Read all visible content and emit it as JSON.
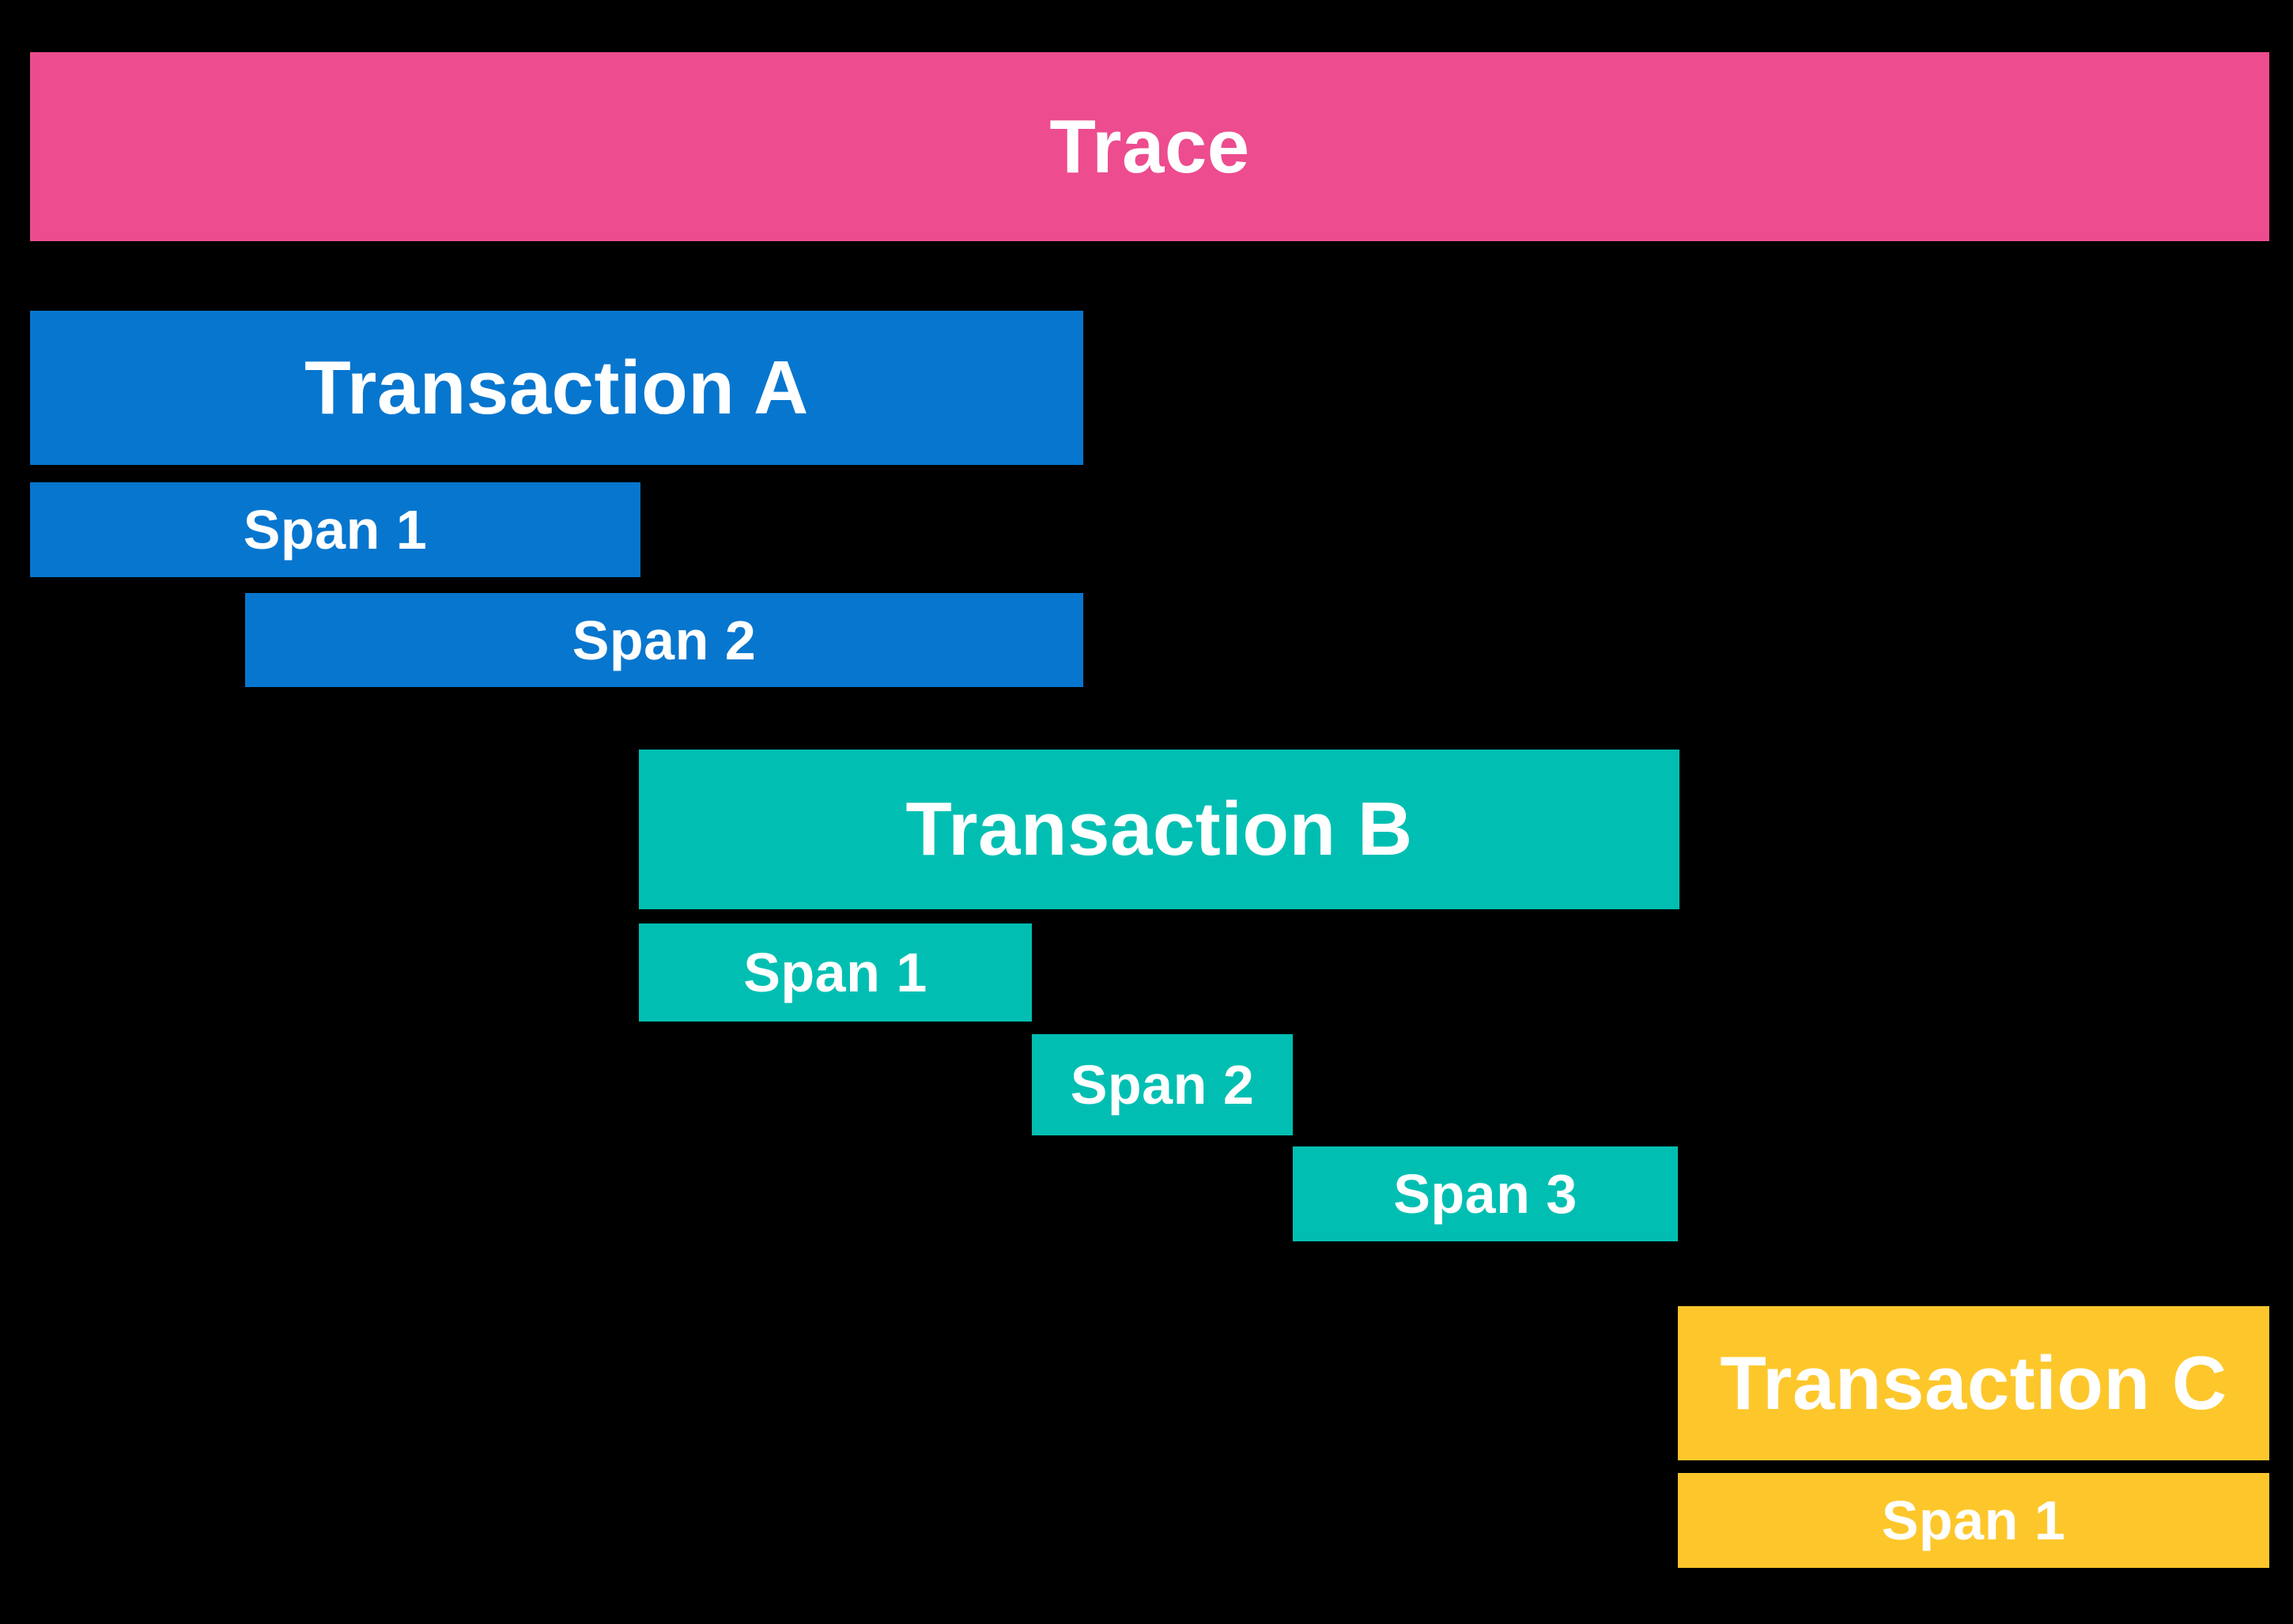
{
  "canvas": {
    "background": "#000000",
    "text_color": "#FFFFFF"
  },
  "trace": {
    "label": "Trace",
    "color": "#ED4C8F"
  },
  "transactions": [
    {
      "label": "Transaction A",
      "color": "#0776CE",
      "spans": [
        {
          "label": "Span 1"
        },
        {
          "label": "Span 2"
        }
      ]
    },
    {
      "label": "Transaction B",
      "color": "#00BFB2",
      "spans": [
        {
          "label": "Span 1"
        },
        {
          "label": "Span 2"
        },
        {
          "label": "Span 3"
        }
      ]
    },
    {
      "label": "Transaction C",
      "color": "#FDC72B",
      "spans": [
        {
          "label": "Span 1"
        }
      ]
    }
  ]
}
